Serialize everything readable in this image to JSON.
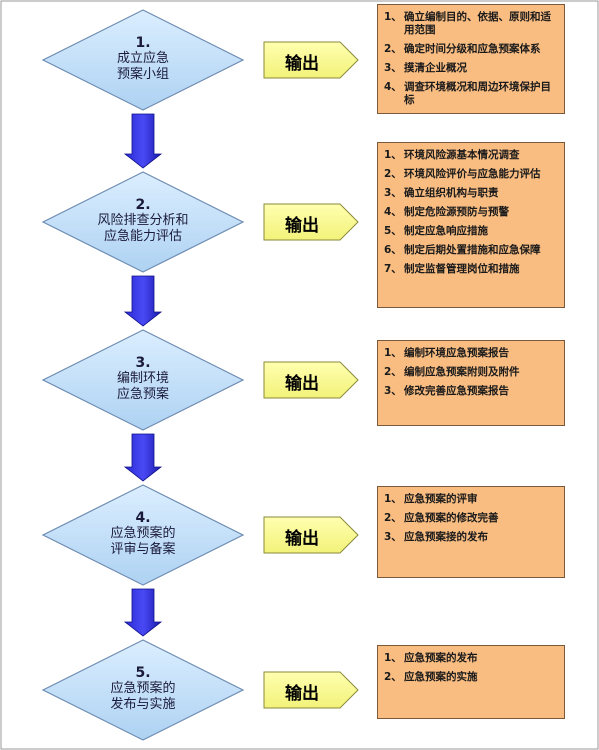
{
  "output_label": "输出",
  "steps": [
    {
      "number": "1.",
      "lines": [
        "成立应急",
        "预案小组"
      ],
      "items": [
        {
          "n": "1、",
          "t": "确立编制目的、依据、原则和适用范围"
        },
        {
          "n": "2、",
          "t": "确定时间分级和应急预案体系"
        },
        {
          "n": "3、",
          "t": "摸清企业概况"
        },
        {
          "n": "4、",
          "t": "调查环境概况和周边环境保护目标"
        }
      ]
    },
    {
      "number": "2.",
      "lines": [
        "风险排查分析和",
        "应急能力评估"
      ],
      "items": [
        {
          "n": "1、",
          "t": "环境风险源基本情况调查"
        },
        {
          "n": "2、",
          "t": "环境风险评价与应急能力评估"
        },
        {
          "n": "3、",
          "t": "确立组织机构与职责"
        },
        {
          "n": "4、",
          "t": "制定危险源预防与预警"
        },
        {
          "n": "5、",
          "t": "制定应急响应措施"
        },
        {
          "n": "6、",
          "t": "制定后期处置措施和应急保障"
        },
        {
          "n": "7、",
          "t": "制定监督管理岗位和措施"
        }
      ]
    },
    {
      "number": "3.",
      "lines": [
        "编制环境",
        "应急预案"
      ],
      "items": [
        {
          "n": "1、",
          "t": "编制环境应急预案报告"
        },
        {
          "n": "2、",
          "t": "编制应急预案附则及附件"
        },
        {
          "n": "3、",
          "t": "修改完善应急预案报告"
        }
      ]
    },
    {
      "number": "4.",
      "lines": [
        "应急预案的",
        "评审与备案"
      ],
      "items": [
        {
          "n": "1、",
          "t": "应急预案的评审"
        },
        {
          "n": "2、",
          "t": "应急预案的修改完善"
        },
        {
          "n": "3、",
          "t": "应急预案接的发布"
        }
      ]
    },
    {
      "number": "5.",
      "lines": [
        "应急预案的",
        "发布与实施"
      ],
      "items": [
        {
          "n": "1、",
          "t": "应急预案的发布"
        },
        {
          "n": "2、",
          "t": "应急预案的实施"
        }
      ]
    }
  ]
}
